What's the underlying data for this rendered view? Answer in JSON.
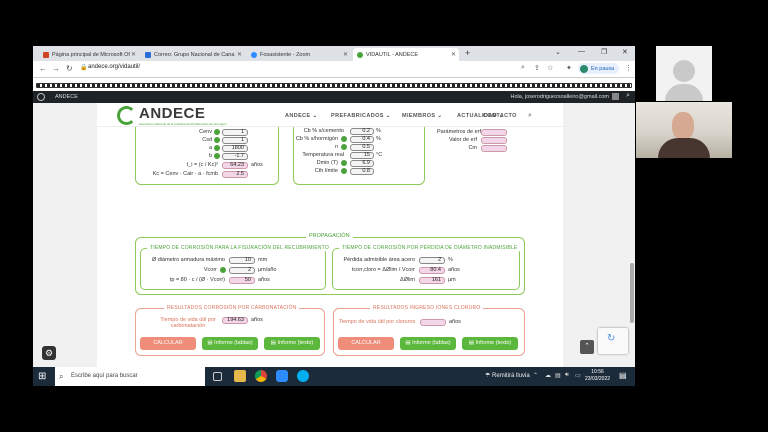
{
  "browser": {
    "tabs": [
      {
        "title": "Página principal de Microsoft Of",
        "color": "#d04423"
      },
      {
        "title": "Correo: Grupo Nacional de Cana",
        "color": "#2b6fd6"
      },
      {
        "title": "Fosasistente - Zoom",
        "color": "#2d8cff"
      },
      {
        "title": "VIDAUTIL - ANDECE",
        "color": "#4aa33a"
      }
    ],
    "url": "andece.org/vidautil/",
    "profile_label": "En pausa"
  },
  "wp_admin": {
    "site_name": "ANDECE",
    "greeting": "Hola, joserodriguezsoalleiro@gmail.com"
  },
  "site": {
    "logo": "ANDECE",
    "logo_tagline": "Asociación Nacional de la Industria del Prefabricado de Hormigón",
    "menu": [
      "ANDECE",
      "PREFABRICADOS",
      "MIEMBROS",
      "ACTUALIDAD",
      "CONTACTO"
    ]
  },
  "top_left": {
    "rows": [
      {
        "label": "Cenv",
        "value": "1"
      },
      {
        "label": "Csd",
        "value": "1"
      },
      {
        "label": "a",
        "value": "1800"
      },
      {
        "label": "b",
        "value": "-1.7"
      }
    ],
    "formula1": "t_i = (c / Kc)²",
    "result1": "64.23",
    "unit1": "años",
    "formula2": "Kc = Cenv · Cair · a · fcmb",
    "result2": "2.5"
  },
  "top_middle": {
    "rows": [
      {
        "label": "Cb % s/cemento",
        "value": "0.2",
        "unit": "%"
      },
      {
        "label": "Cb % s/hormigón",
        "value": "0.4",
        "unit": "%"
      },
      {
        "label": "n",
        "value": "0.5",
        "unit": ""
      },
      {
        "label": "Temperatura real",
        "value": "15",
        "unit": "°C"
      },
      {
        "label": "Dmin (T)",
        "value": "6.9",
        "unit": ""
      },
      {
        "label": "Cth límite",
        "value": "0.8",
        "unit": ""
      }
    ]
  },
  "top_right": {
    "rows": [
      "Parámetros de erf",
      "Valor de erf",
      "Cm"
    ]
  },
  "propagation": {
    "title": "PROPAGACIÓN",
    "left": {
      "title": "TIEMPO DE CORROSIÓN PARA LA FISURACIÓN DEL RECUBRIMIENTO",
      "rows": [
        {
          "label": "Ø diámetro armadura máximo",
          "value": "10",
          "unit": "mm"
        },
        {
          "label": "Vcorr",
          "value": "2",
          "unit": "µm/año"
        },
        {
          "label": "tp = 80 · c / (Ø · Vcorr)",
          "value": "50",
          "unit": "años"
        }
      ]
    },
    "right": {
      "title": "TIEMPO DE CORROSIÓN POR PÉRDIDA DE DIÁMETRO INADMISIBLE",
      "rows": [
        {
          "label": "Pérdida admisible área acero",
          "value": "2",
          "unit": "%"
        },
        {
          "label": "tcorr,cloro = ΔØlim / Vcorr",
          "value": "80.4",
          "unit": "años"
        },
        {
          "label": "ΔØlim",
          "value": "161",
          "unit": "µm"
        }
      ]
    }
  },
  "results_carbonation": {
    "title": "RESULTADOS CORROSIÓN POR CARBONATACIÓN",
    "label": "Tiempo de vida útil por carbonatación",
    "value": "194.63",
    "unit": "años",
    "buttons": [
      "CALCULAR",
      "Informe (tablas)",
      "Informe (texto)"
    ]
  },
  "results_chloride": {
    "title": "RESULTADOS INGRESO IONES CLORURO",
    "label": "Tiempo de vida útil por cloruros",
    "value": "",
    "unit": "años",
    "buttons": [
      "CALCULAR",
      "Informe (tablas)",
      "Informe (texto)"
    ]
  },
  "taskbar": {
    "search_placeholder": "Escribe aquí para buscar",
    "weather": "Remitirá lluvia",
    "time": "10:56",
    "date": "23/03/2022"
  }
}
